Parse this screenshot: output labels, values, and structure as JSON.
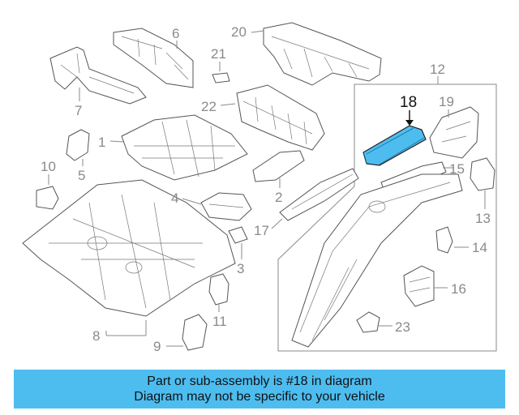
{
  "callouts": {
    "c1": "1",
    "c2": "2",
    "c3": "3",
    "c4": "4",
    "c5": "5",
    "c6": "6",
    "c7": "7",
    "c8": "8",
    "c9": "9",
    "c10": "10",
    "c11": "11",
    "c12": "12",
    "c13": "13",
    "c14": "14",
    "c15": "15",
    "c16": "16",
    "c17": "17",
    "c18": "18",
    "c19": "19",
    "c20": "20",
    "c21": "21",
    "c22": "22",
    "c23": "23"
  },
  "highlighted_part": "18",
  "colors": {
    "highlight": "#4dbdf0",
    "banner": "#4dbdf0",
    "line": "#555555",
    "callout": "#8a8a8a"
  },
  "banner": {
    "line1": "Part or sub-assembly is #18 in diagram",
    "line2": "Diagram may not be specific to your vehicle"
  }
}
